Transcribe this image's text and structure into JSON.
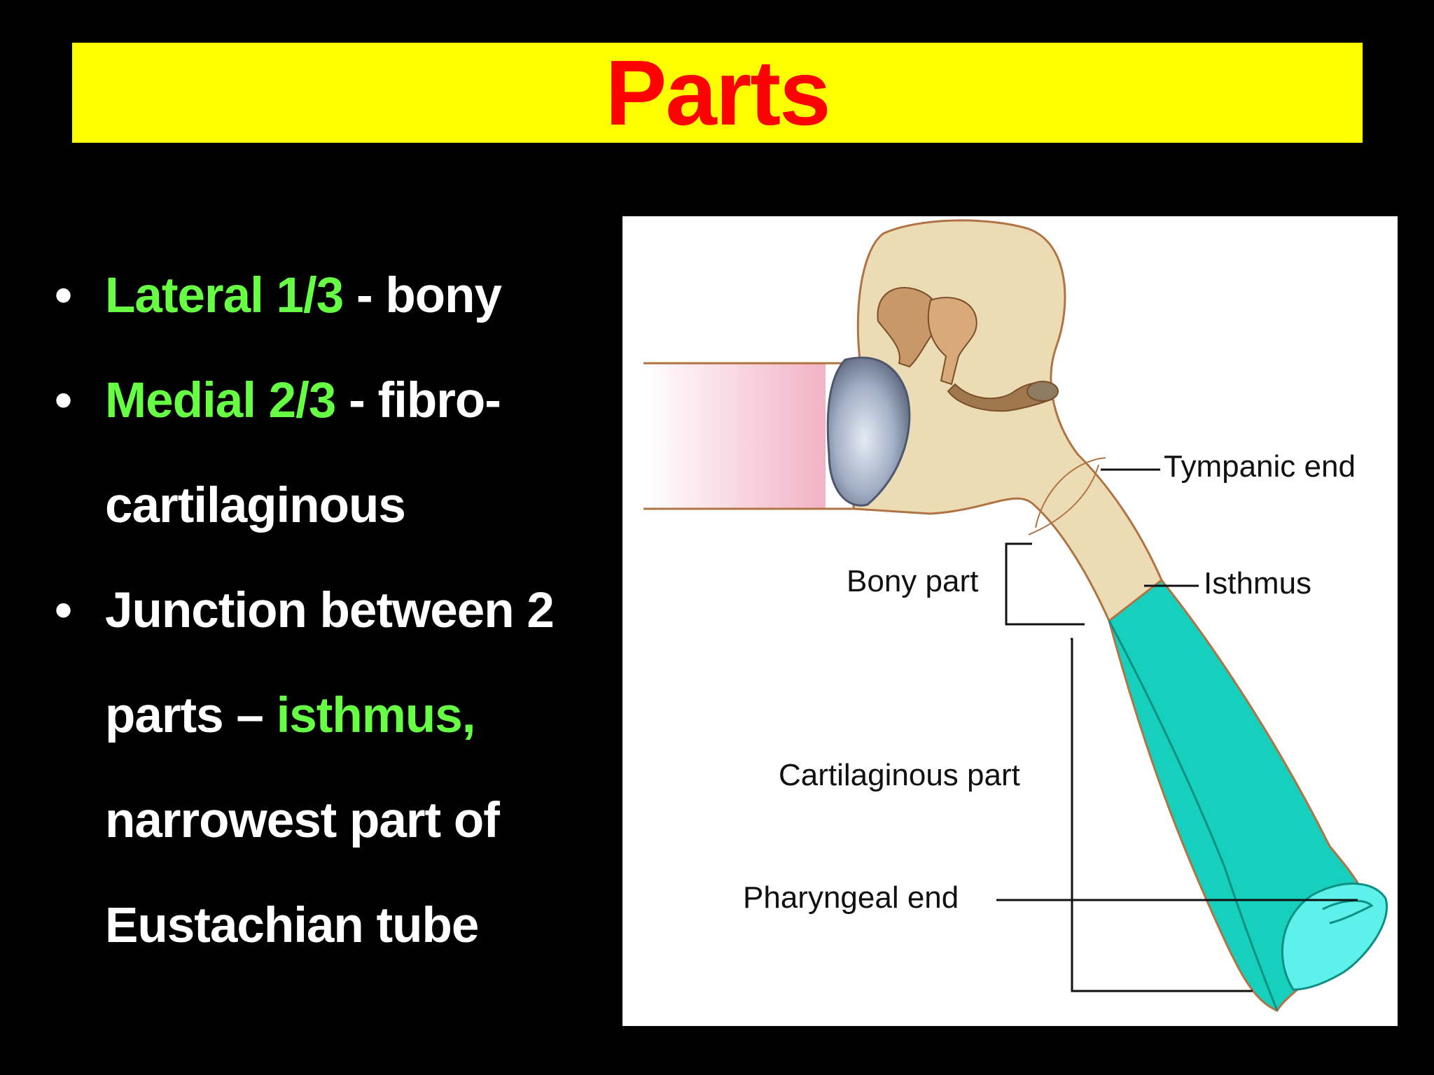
{
  "title": "Parts",
  "bullets": [
    {
      "highlight": "Lateral 1/3",
      "rest": " - bony"
    },
    {
      "highlight": "Medial 2/3",
      "rest": " - fibro-cartilaginous"
    },
    {
      "pre": "Junction between  2 parts – ",
      "highlight": "isthmus,",
      "rest": " narrowest part of Eustachian tube"
    }
  ],
  "diagram": {
    "labels": {
      "tympanic_end": "Tympanic end",
      "isthmus": "Isthmus",
      "bony_part": "Bony part",
      "cartilaginous_part": "Cartilaginous part",
      "pharyngeal_end": "Pharyngeal end"
    },
    "colors": {
      "bone": "#ecdcb6",
      "cartilage": "#17cfbd",
      "outline": "#b07444",
      "canal_pink": "#f2b2c6",
      "eardrum": "#a3afc6",
      "ossicles": "#c89868"
    }
  },
  "colors": {
    "background": "#000000",
    "title_bar": "#ffff00",
    "title_text": "#ff0000",
    "highlight": "#66ff44",
    "text": "#ffffff"
  }
}
